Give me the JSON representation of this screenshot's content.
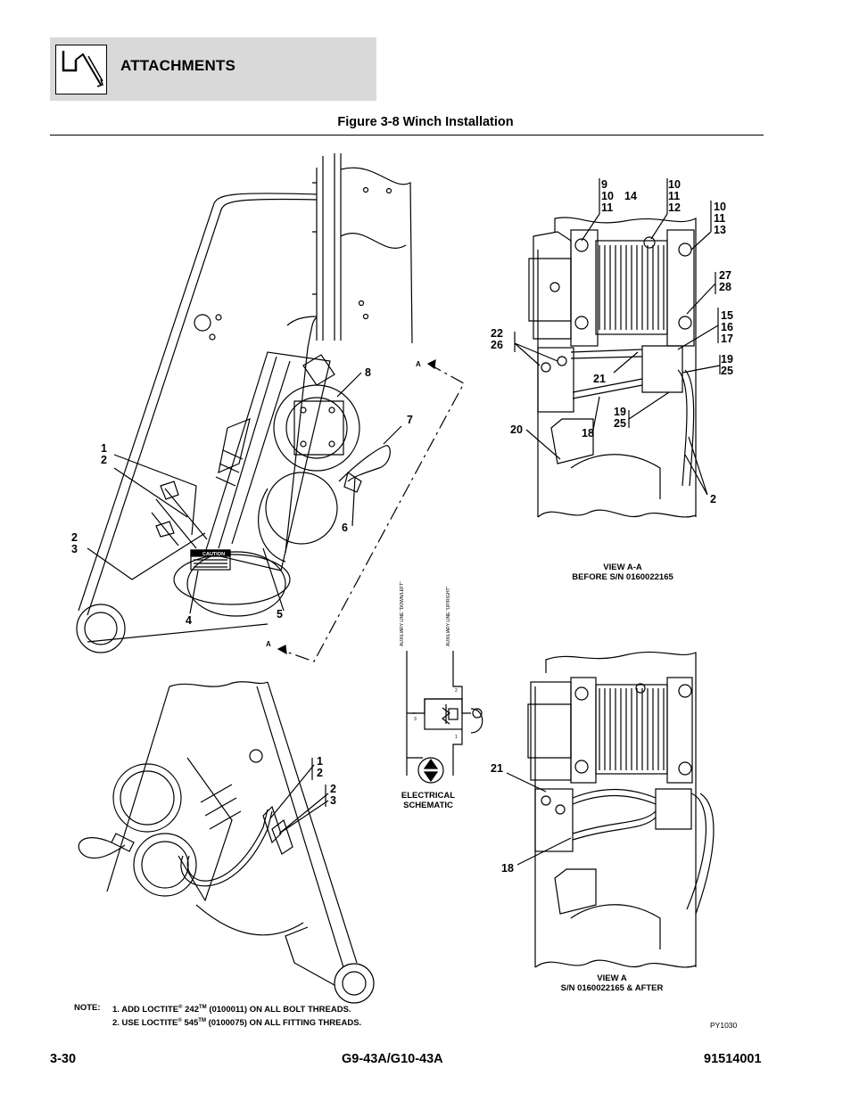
{
  "header": {
    "section": "ATTACHMENTS"
  },
  "figure": {
    "title": "Figure 3-8 Winch Installation"
  },
  "callouts": {
    "c_1_2_upper": "1\n2",
    "c_2_3_upper": "2\n3",
    "c_4": "4",
    "c_5": "5",
    "c_6": "6",
    "c_7": "7",
    "c_8": "8",
    "c_A_top": "A",
    "c_A_bottom": "A",
    "c_9_10_11": "9\n10\n11",
    "c_14": "14",
    "c_10_11_12": "10\n11\n12",
    "c_10_11_13": "10\n11\n13",
    "c_27_28": "27\n28",
    "c_15_16_17": "15\n16\n17",
    "c_19_25_right": "19\n25",
    "c_22_26": "22\n26",
    "c_21_upper": "21",
    "c_19_25_mid": "19\n25",
    "c_20": "20",
    "c_18_upper": "18",
    "c_2_right": "2",
    "c_1_2_lower": "1\n2",
    "c_2_3_lower": "2\n3",
    "c_21_lower": "21",
    "c_18_lower": "18"
  },
  "views": {
    "view_aa": "VIEW A-A\nBEFORE S/N 0160022165",
    "view_a": "VIEW A\nS/N 0160022165 & AFTER",
    "schematic": "ELECTRICAL\nSCHEMATIC"
  },
  "schematic_labels": {
    "left_line": "AUXILIARY LINE \"DOWN/LEFT\"",
    "right_line": "AUXILIARY LINE \"UP/RIGHT\"",
    "pin_2": "2",
    "pin_3": "3",
    "pin_1": "1"
  },
  "decal": {
    "text": "CAUTION"
  },
  "notes": {
    "label": "NOTE:",
    "line1_pre": "1. ADD LOCTITE",
    "line1_num": "242",
    "line1_post": "(0100011) ON ALL BOLT THREADS.",
    "line2_pre": "2. USE LOCTITE",
    "line2_num": "545",
    "line2_post": "(0100075) ON ALL FITTING THREADS.",
    "reg": "®",
    "tm": "TM"
  },
  "drawing_code": "PY1030",
  "footer": {
    "page": "3-30",
    "model": "G9-43A/G10-43A",
    "doc_number": "91514001"
  }
}
